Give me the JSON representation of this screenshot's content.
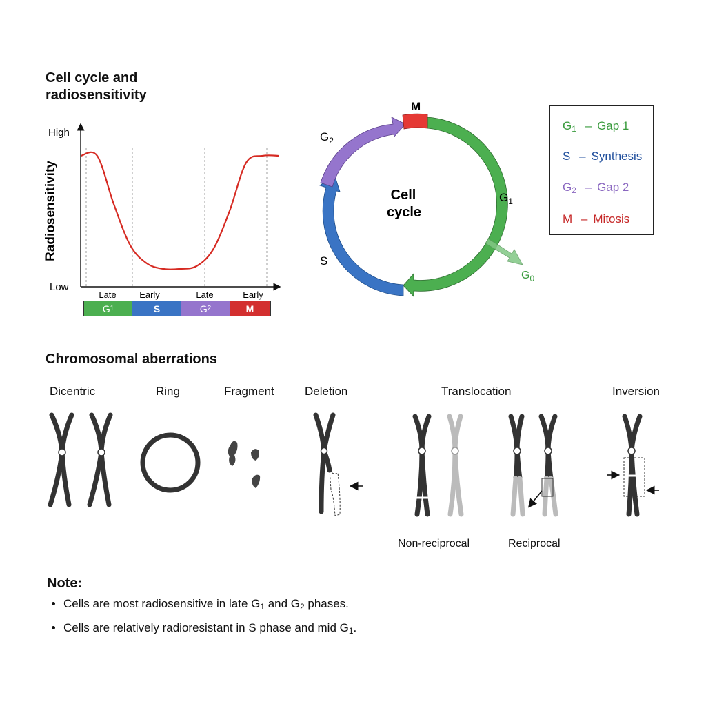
{
  "panel1": {
    "title_line1": "Cell cycle and",
    "title_line2": "radiosensitivity",
    "y_axis_label": "Radiosensitivity",
    "y_high": "High",
    "y_low": "Low",
    "x_ticks": [
      "Late",
      "Early",
      "Late",
      "Early"
    ],
    "phase_bar": [
      {
        "label": "G",
        "sub": "1",
        "color": "#4caf50"
      },
      {
        "label": "S",
        "sub": "",
        "color": "#3a74c4"
      },
      {
        "label": "G",
        "sub": "2",
        "color": "#9575cd"
      },
      {
        "label": "M",
        "sub": "",
        "color": "#d32f2f"
      }
    ],
    "curve_color": "#d62a22",
    "curve_levels": [
      0.9,
      0.9,
      0.55,
      0.25,
      0.12,
      0.08,
      0.08,
      0.1,
      0.22,
      0.5,
      0.85,
      0.9,
      0.9
    ]
  },
  "cycle": {
    "center_line1": "Cell",
    "center_line2": "cycle",
    "labels": {
      "m": {
        "main": "M",
        "sub": ""
      },
      "g1": {
        "main": "G",
        "sub": "1"
      },
      "g2": {
        "main": "G",
        "sub": "2"
      },
      "s": {
        "main": "S",
        "sub": ""
      },
      "g0": {
        "main": "G",
        "sub": "0"
      }
    },
    "colors": {
      "g1": "#4caf50",
      "s": "#3a74c4",
      "g2": "#9575cd",
      "m": "#e53935",
      "g0": "#81c784"
    }
  },
  "legend": [
    {
      "sym": "G",
      "sub": "1",
      "dash": "–",
      "text": "Gap 1",
      "color": "#3a9b3e"
    },
    {
      "sym": "S",
      "sub": "",
      "dash": "–",
      "text": "Synthesis",
      "color": "#1f4e9c"
    },
    {
      "sym": "G",
      "sub": "2",
      "dash": "–",
      "text": "Gap 2",
      "color": "#8a67c0"
    },
    {
      "sym": "M",
      "sub": "",
      "dash": "–",
      "text": "Mitosis",
      "color": "#c62828"
    }
  ],
  "aberrations": {
    "title": "Chromosomal aberrations",
    "labels": {
      "dicentric": "Dicentric",
      "ring": "Ring",
      "fragment": "Fragment",
      "deletion": "Deletion",
      "translocation": "Translocation",
      "inversion": "Inversion"
    },
    "sub_labels": {
      "non_reciprocal": "Non-reciprocal",
      "reciprocal": "Reciprocal"
    }
  },
  "note": {
    "title": "Note:",
    "items": [
      {
        "pre": "Cells are most radiosensitive in late G",
        "s1": "1",
        "mid": " and G",
        "s2": "2",
        "post": "  phases."
      },
      {
        "pre": "Cells are relatively radioresistant in S phase and mid G",
        "s1": "1",
        "mid": "",
        "s2": "",
        "post": "."
      }
    ]
  }
}
